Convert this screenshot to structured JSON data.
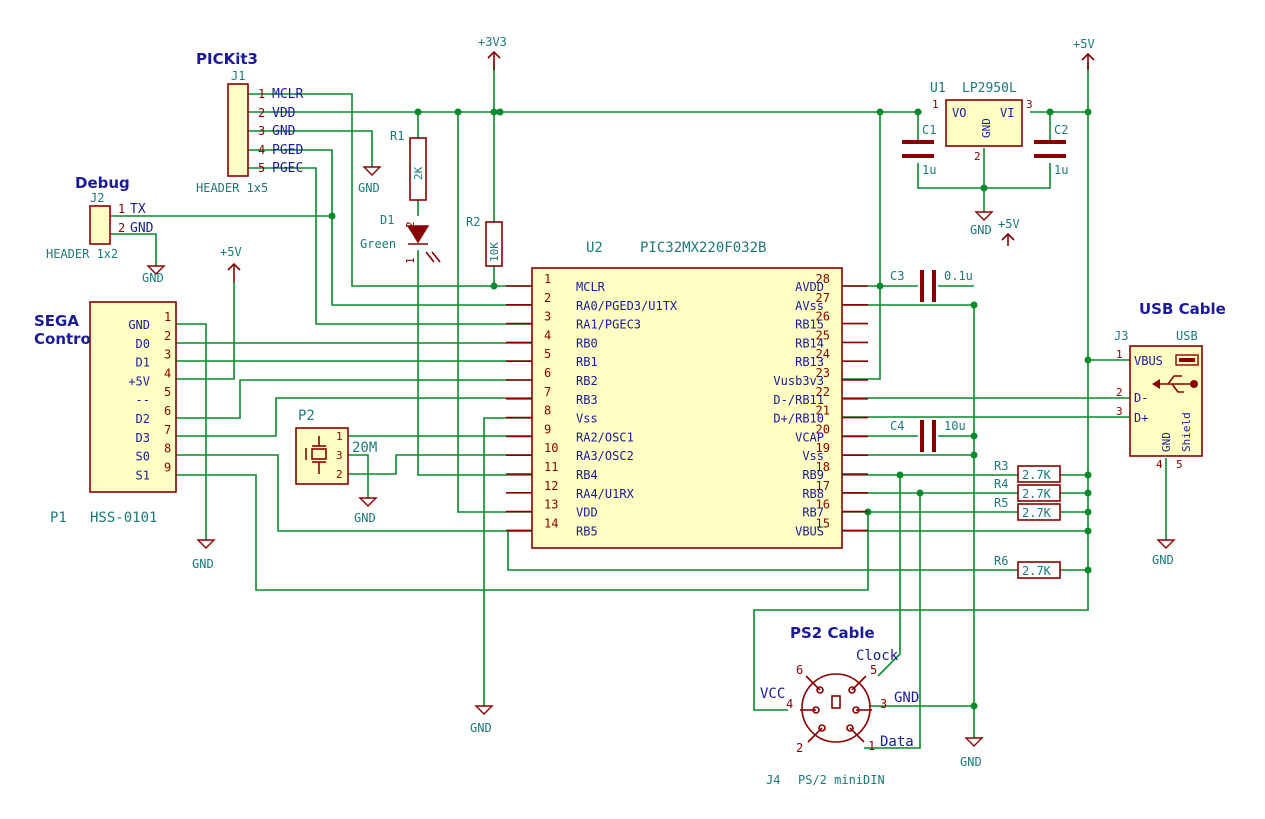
{
  "headings": {
    "pickit": "PICKit3",
    "debug": "Debug",
    "sega_line1": "SEGA",
    "sega_line2": "Controller",
    "usb_cable": "USB Cable",
    "ps2_cable": "PS2 Cable"
  },
  "power": {
    "v33": "+3V3",
    "v5": "+5V",
    "gnd": "GND"
  },
  "components": {
    "j1": {
      "ref": "J1",
      "value": "HEADER 1x5",
      "pins": [
        {
          "num": "1",
          "name": "MCLR"
        },
        {
          "num": "2",
          "name": "VDD"
        },
        {
          "num": "3",
          "name": "GND"
        },
        {
          "num": "4",
          "name": "PGED"
        },
        {
          "num": "5",
          "name": "PGEC"
        }
      ]
    },
    "j2": {
      "ref": "J2",
      "value": "HEADER 1x2",
      "pins": [
        {
          "num": "1",
          "name": "TX"
        },
        {
          "num": "2",
          "name": "GND"
        }
      ]
    },
    "r1": {
      "ref": "R1",
      "value": "2K"
    },
    "r2": {
      "ref": "R2",
      "value": "10K"
    },
    "d1": {
      "ref": "D1",
      "value": "Green",
      "pin_a": "2",
      "pin_k": "1"
    },
    "u1": {
      "ref": "U1",
      "value": "LP2950L",
      "vo": "VO",
      "vi": "VI",
      "gnd": "GND",
      "p1": "1",
      "p2": "2",
      "p3": "3"
    },
    "c1": {
      "ref": "C1",
      "value": "1u"
    },
    "c2": {
      "ref": "C2",
      "value": "1u"
    },
    "c3": {
      "ref": "C3",
      "value": "0.1u"
    },
    "c4": {
      "ref": "C4",
      "value": "10u"
    },
    "u2": {
      "ref": "U2",
      "value": "PIC32MX220F032B",
      "left": [
        {
          "num": "1",
          "name": "MCLR"
        },
        {
          "num": "2",
          "name": "RA0/PGED3/U1TX"
        },
        {
          "num": "3",
          "name": "RA1/PGEC3"
        },
        {
          "num": "4",
          "name": "RB0"
        },
        {
          "num": "5",
          "name": "RB1"
        },
        {
          "num": "6",
          "name": "RB2"
        },
        {
          "num": "7",
          "name": "RB3"
        },
        {
          "num": "8",
          "name": "Vss"
        },
        {
          "num": "9",
          "name": "RA2/OSC1"
        },
        {
          "num": "10",
          "name": "RA3/OSC2"
        },
        {
          "num": "11",
          "name": "RB4"
        },
        {
          "num": "12",
          "name": "RA4/U1RX"
        },
        {
          "num": "13",
          "name": "VDD"
        },
        {
          "num": "14",
          "name": "RB5"
        }
      ],
      "right": [
        {
          "num": "28",
          "name": "AVDD"
        },
        {
          "num": "27",
          "name": "AVss"
        },
        {
          "num": "26",
          "name": "RB15"
        },
        {
          "num": "25",
          "name": "RB14"
        },
        {
          "num": "24",
          "name": "RB13"
        },
        {
          "num": "23",
          "name": "Vusb3v3"
        },
        {
          "num": "22",
          "name": "D-/RB11"
        },
        {
          "num": "21",
          "name": "D+/RB10"
        },
        {
          "num": "20",
          "name": "VCAP"
        },
        {
          "num": "19",
          "name": "Vss"
        },
        {
          "num": "18",
          "name": "RB9"
        },
        {
          "num": "17",
          "name": "RB8"
        },
        {
          "num": "16",
          "name": "RB7"
        },
        {
          "num": "15",
          "name": "VBUS"
        }
      ]
    },
    "p1": {
      "ref": "P1",
      "value": "HSS-0101",
      "pins": [
        {
          "num": "1",
          "name": "GND"
        },
        {
          "num": "2",
          "name": "D0"
        },
        {
          "num": "3",
          "name": "D1"
        },
        {
          "num": "4",
          "name": "+5V"
        },
        {
          "num": "5",
          "name": "--"
        },
        {
          "num": "6",
          "name": "D2"
        },
        {
          "num": "7",
          "name": "D3"
        },
        {
          "num": "8",
          "name": "S0"
        },
        {
          "num": "9",
          "name": "S1"
        }
      ]
    },
    "p2": {
      "ref": "P2",
      "value": "20M",
      "p1": "1",
      "p2": "2",
      "p3": "3"
    },
    "r3": {
      "ref": "R3",
      "value": "2.7K"
    },
    "r4": {
      "ref": "R4",
      "value": "2.7K"
    },
    "r5": {
      "ref": "R5",
      "value": "2.7K"
    },
    "r6": {
      "ref": "R6",
      "value": "2.7K"
    },
    "j3": {
      "ref": "J3",
      "value": "USB",
      "vbus": "VBUS",
      "dm": "D-",
      "dp": "D+",
      "gnd": "GND",
      "shield": "Shield",
      "p1": "1",
      "p2": "2",
      "p3": "3",
      "p4": "4",
      "p5": "5"
    },
    "j4": {
      "ref": "J4",
      "value": "PS/2 miniDIN",
      "clock": "Clock",
      "vcc": "VCC",
      "gnd": "GND",
      "data": "Data",
      "p1": "1",
      "p2": "2",
      "p3": "3",
      "p4": "4",
      "p5": "5",
      "p6": "6"
    }
  }
}
